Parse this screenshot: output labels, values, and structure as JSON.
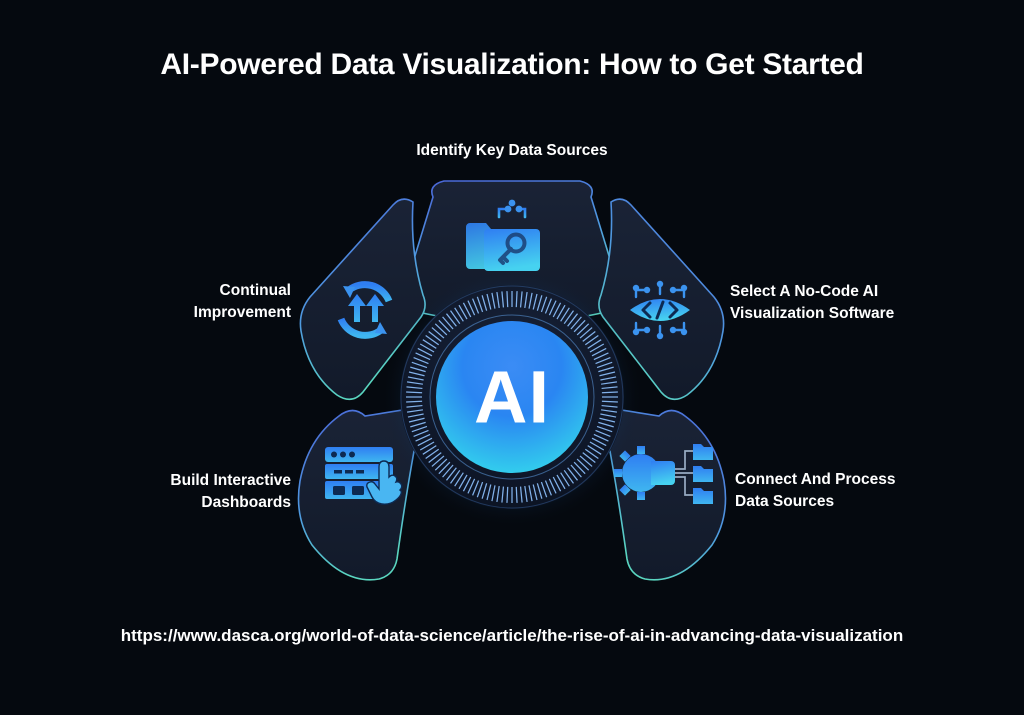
{
  "page": {
    "title": "AI-Powered Data Visualization: How to Get Started",
    "source_url": "https://www.dasca.org/world-of-data-science/article/the-rise-of-ai-in-advancing-data-visualization",
    "background_color": "#05090f"
  },
  "core": {
    "label": "AI",
    "gradient_top": "#1f6ef0",
    "gradient_bottom": "#2fd6e8",
    "ring_color": "#7fb6ff"
  },
  "petals": [
    {
      "id": "identify-key-data-sources",
      "label": "Identify Key Data Sources",
      "position": "top",
      "icon": "folder-key-circuit-icon",
      "border_from": "#4a63d8",
      "border_to": "#5ad6c0",
      "fill": "#161d2e"
    },
    {
      "id": "select-no-code-ai-visualization-software",
      "label": "Select A No-Code AI\nVisualization Software",
      "position": "right-top",
      "icon": "eye-code-circuit-icon",
      "border_from": "#4a63d8",
      "border_to": "#5ad6c0",
      "fill": "#161d2e"
    },
    {
      "id": "connect-and-process-data-sources",
      "label": "Connect And Process\nData Sources",
      "position": "right-bottom",
      "icon": "gear-folders-network-icon",
      "border_from": "#4a63d8",
      "border_to": "#5ad6c0",
      "fill": "#161d2e"
    },
    {
      "id": "build-interactive-dashboards",
      "label": "Build Interactive\nDashboards",
      "position": "left-bottom",
      "icon": "dashboard-click-icon",
      "border_from": "#4a63d8",
      "border_to": "#5ad6c0",
      "fill": "#161d2e"
    },
    {
      "id": "continual-improvement",
      "label": "Continual\nImprovement",
      "position": "left-top",
      "icon": "refresh-up-arrows-icon",
      "border_from": "#4a63d8",
      "border_to": "#5ad6c0",
      "fill": "#161d2e"
    }
  ]
}
